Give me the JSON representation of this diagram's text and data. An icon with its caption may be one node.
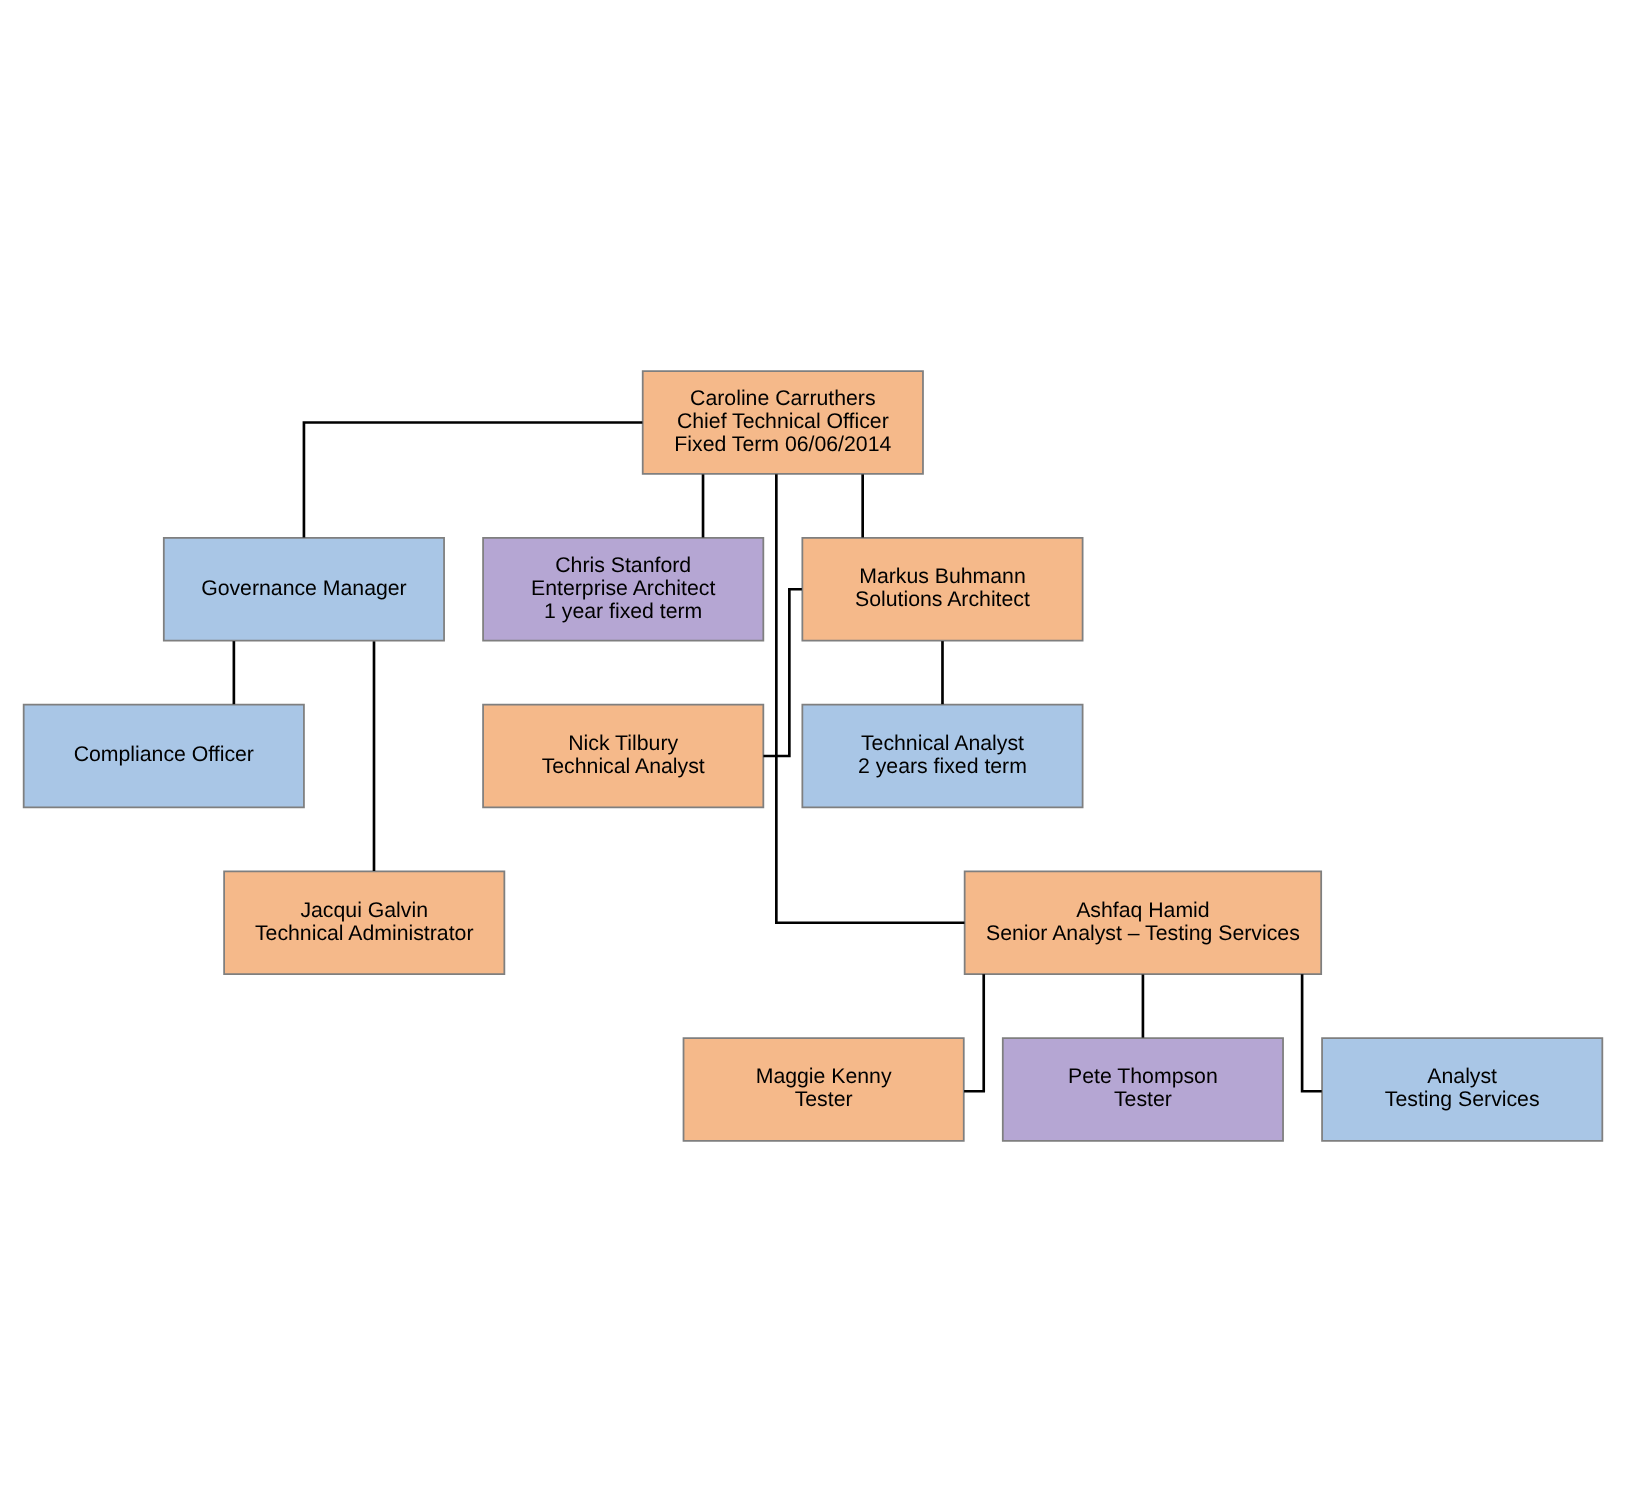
{
  "diagram": {
    "nodes": [
      {
        "text": [
          "Caroline Carruthers",
          "Chief Technical Officer",
          "Fixed Term 06/06/2014"
        ]
      },
      {
        "text": [
          "Governance Manager"
        ]
      },
      {
        "text": [
          "Chris Stanford",
          "Enterprise Architect",
          "1 year fixed term"
        ]
      },
      {
        "text": [
          "Markus Buhmann",
          "Solutions Architect"
        ]
      },
      {
        "text": [
          "Compliance Officer"
        ]
      },
      {
        "text": [
          "Jacqui Galvin",
          "Technical Administrator"
        ]
      },
      {
        "text": [
          "Nick Tilbury",
          "Technical Analyst"
        ]
      },
      {
        "text": [
          "Technical Analyst",
          "2 years fixed term"
        ]
      },
      {
        "text": [
          "Ashfaq Hamid",
          "Senior Analyst – Testing Services"
        ]
      },
      {
        "text": [
          "Maggie Kenny",
          "Tester"
        ]
      },
      {
        "text": [
          "Pete Thompson",
          "Tester"
        ]
      },
      {
        "text": [
          "Analyst",
          "Testing Services"
        ]
      }
    ],
    "edges": [
      {
        "from": 0,
        "to": 1,
        "arrow": "none"
      },
      {
        "from": 0,
        "to": 2,
        "arrow": "none"
      },
      {
        "from": 0,
        "to": 3,
        "arrow": "none"
      },
      {
        "from": 0,
        "to": 8,
        "arrow": "none"
      },
      {
        "from": 1,
        "to": 4,
        "arrow": "none"
      },
      {
        "from": 1,
        "to": 5,
        "arrow": "none"
      },
      {
        "from": 3,
        "to": 6,
        "arrow": "none"
      },
      {
        "from": 3,
        "to": 7,
        "arrow": "none"
      },
      {
        "from": 8,
        "to": 9,
        "arrow": "none"
      },
      {
        "from": 8,
        "to": 10,
        "arrow": "none"
      },
      {
        "from": 8,
        "to": 11,
        "arrow": "none"
      }
    ]
  }
}
